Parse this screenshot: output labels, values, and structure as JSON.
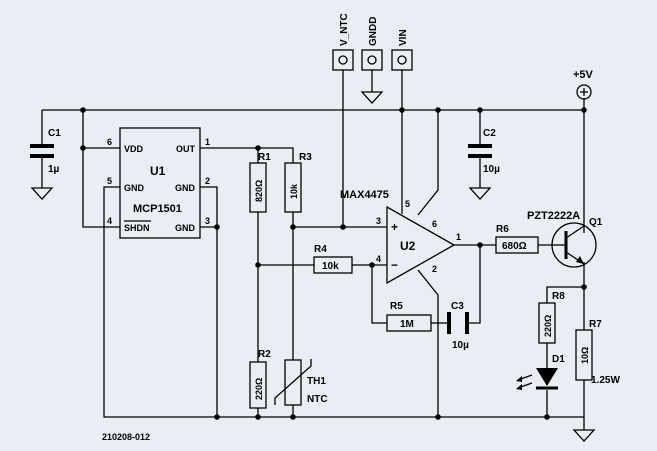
{
  "diagram": {
    "reference": "210208-012",
    "supply_label": "+5V",
    "supply_symbol": "⊕",
    "connector": {
      "pins": [
        "V_NTC",
        "GNDD",
        "VIN"
      ]
    },
    "u1": {
      "name": "U1",
      "part": "MCP1501",
      "pins": {
        "vdd": "VDD",
        "gnd_left": "GND",
        "shdn": "SHDN",
        "out": "OUT",
        "gnd_r1": "GND",
        "gnd_r2": "GND"
      },
      "pin_numbers": {
        "p1": "1",
        "p2": "2",
        "p3": "3",
        "p4": "4",
        "p5": "5",
        "p6": "6"
      }
    },
    "u2": {
      "name": "U2",
      "part": "MAX4475",
      "plus": "+",
      "minus": "−",
      "pin_numbers": {
        "p1": "1",
        "p2": "2",
        "p3": "3",
        "p4": "4",
        "p5": "5",
        "p6": "6"
      }
    },
    "q1": {
      "name": "Q1",
      "part": "PZT2222A"
    },
    "c1": {
      "name": "C1",
      "value": "1µ"
    },
    "c2": {
      "name": "C2",
      "value": "10µ"
    },
    "c3": {
      "name": "C3",
      "value": "10µ"
    },
    "r1": {
      "name": "R1",
      "value": "820Ω"
    },
    "r2": {
      "name": "R2",
      "value": "220Ω"
    },
    "r3": {
      "name": "R3",
      "value": "10k"
    },
    "r4": {
      "name": "R4",
      "value": "10k"
    },
    "r5": {
      "name": "R5",
      "value": "1M"
    },
    "r6": {
      "name": "R6",
      "value": "680Ω"
    },
    "r7": {
      "name": "R7",
      "value": "10Ω",
      "power": "1.25W"
    },
    "r8": {
      "name": "R8",
      "value": "220Ω"
    },
    "d1": {
      "name": "D1"
    },
    "th1": {
      "name": "TH1",
      "type": "NTC"
    }
  }
}
